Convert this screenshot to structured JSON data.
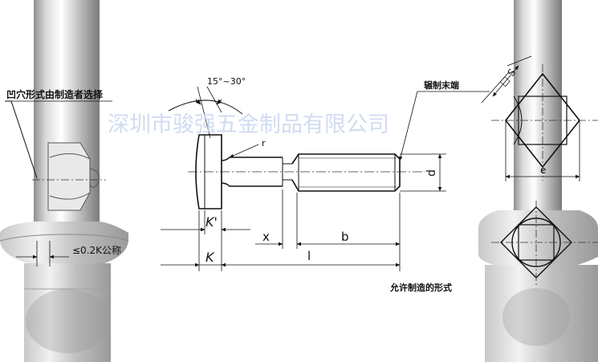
{
  "diagram": {
    "watermark": "深圳市骏强五金制品有限公司",
    "labels": {
      "recess_note": "凹穴形式由制造者选择",
      "angle": "15°~30°",
      "end_note": "辗制末端",
      "tolerance_note": "≤0.2K公称",
      "allowed_form": "允许制造的形式",
      "k_prime": "K'",
      "k": "K",
      "x": "x",
      "b": "b",
      "l": "l",
      "d": "d",
      "r": "r",
      "s": "S",
      "e": "e"
    }
  }
}
